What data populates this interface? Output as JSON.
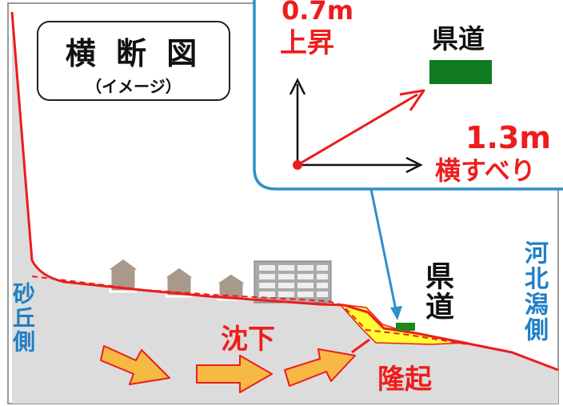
{
  "title": {
    "main": "横 断 図",
    "sub": "（イメージ）"
  },
  "inset": {
    "uplift": {
      "value": "0.7m",
      "label": "上昇"
    },
    "slide": {
      "value": "1.3m",
      "label": "横すべり"
    },
    "road_label": "県道"
  },
  "labels": {
    "dune_side": "砂丘側",
    "lagoon_side": "河北潟側",
    "road_vertical": "県道",
    "subsidence": "沈下",
    "upheaval": "隆起"
  },
  "colors": {
    "ground_line": "#ee1c1c",
    "ground_fill": "#dcdcdc",
    "arrow_fill": "#f5b944",
    "uplift_fill": "#ffff33",
    "road": "#1b8a1b",
    "callout_border": "#2f8fc9",
    "house": "#a9998a",
    "label_blue": "#1f7fc4"
  }
}
